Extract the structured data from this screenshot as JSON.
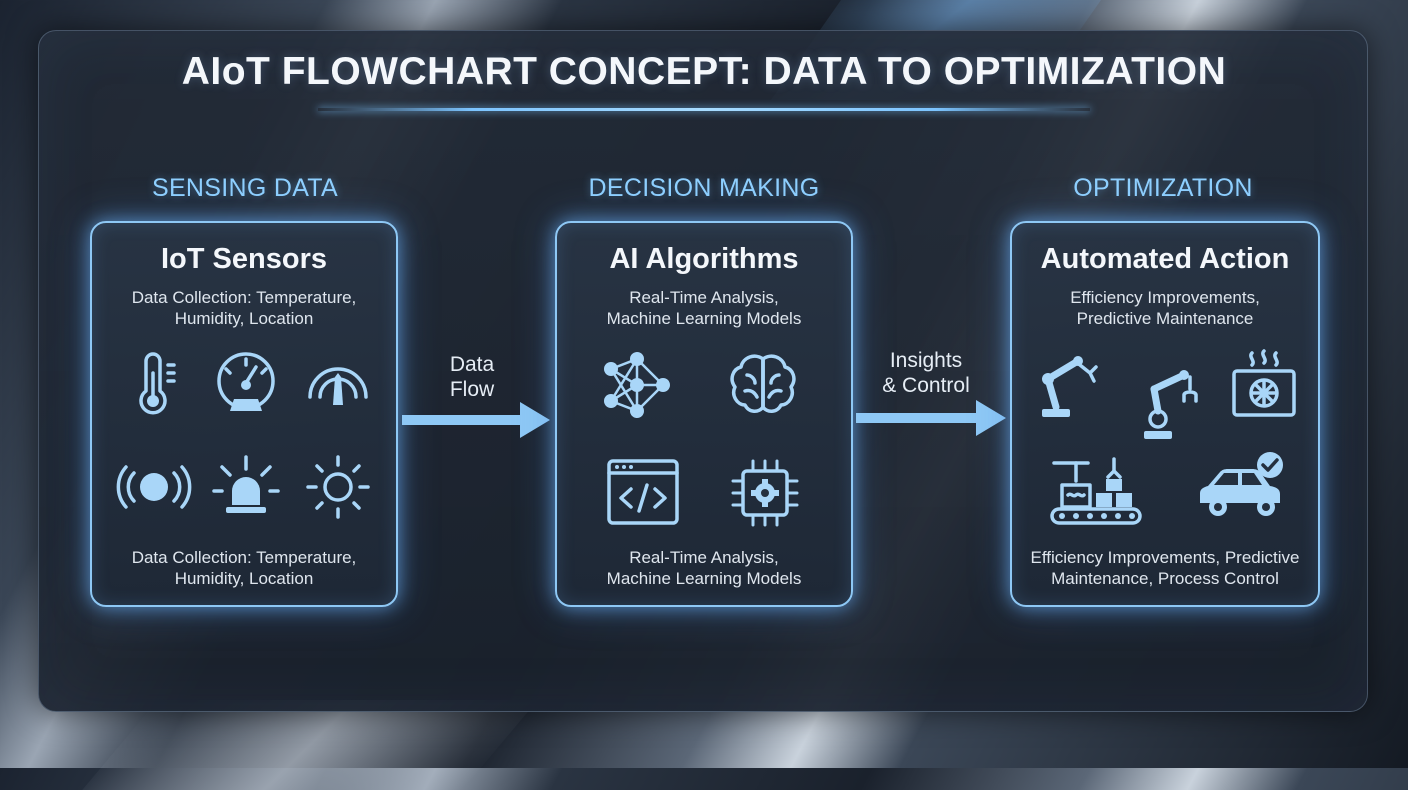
{
  "title": "AIoT FLOWCHART CONCEPT: DATA TO OPTIMIZATION",
  "colors": {
    "accent": "#8fd0ff",
    "glow": "#7cc4ff",
    "card_border": "#8ec8f5",
    "icon": "#a9d6f8",
    "panel": "#222a36"
  },
  "stages": [
    {
      "label": "SENSING DATA",
      "card_title": "IoT Sensors",
      "top_text": "Data Collection: Temperature,\nHumidity, Location",
      "bottom_text": "Data Collection: Temperature,\nHumidity, Location",
      "icons": [
        "thermometer-icon",
        "pressure-gauge-icon",
        "speed-gauge-icon",
        "proximity-sensor-icon",
        "alarm-beacon-icon",
        "light-sensor-icon"
      ]
    },
    {
      "label": "DECISION MAKING",
      "card_title": "AI Algorithms",
      "top_text": "Real-Time Analysis,\nMachine Learning Models",
      "bottom_text": "Real-Time Analysis,\nMachine Learning Models",
      "icons": [
        "neural-network-icon",
        "brain-icon",
        "code-window-icon",
        "processor-chip-icon"
      ]
    },
    {
      "label": "OPTIMIZATION",
      "card_title": "Automated Action",
      "top_text": "Efficiency Improvements,\nPredictive Maintenance",
      "bottom_text": "Efficiency Improvements, Predictive\nMaintenance, Process Control",
      "icons": [
        "robot-arm-icon",
        "robot-arm-gripper-icon",
        "hvac-unit-icon",
        "conveyor-belt-icon",
        "car-check-icon"
      ]
    }
  ],
  "connectors": [
    {
      "label": "Data\nFlow"
    },
    {
      "label": "Insights\n& Control"
    }
  ]
}
